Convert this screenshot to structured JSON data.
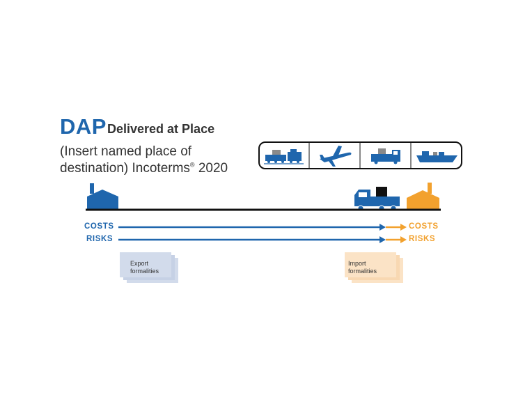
{
  "title": {
    "code": "DAP",
    "name": "Delivered at Place"
  },
  "subtitle": {
    "line1": "(Insert named place of",
    "line2_prefix": "destination) Incoterms",
    "registered": "®",
    "line2_suffix": " 2020"
  },
  "transport_modes": [
    "train-icon",
    "plane-icon",
    "truck-icon",
    "ship-icon"
  ],
  "seller_side": {
    "costs_label": "COSTS",
    "risks_label": "RISKS",
    "formalities": [
      "Export",
      "formalities"
    ]
  },
  "buyer_side": {
    "costs_label": "COSTS",
    "risks_label": "RISKS",
    "formalities": [
      "Import",
      "formalities"
    ]
  },
  "colors": {
    "seller": "#1f66ad",
    "buyer": "#f2a12e",
    "line": "#111111",
    "export_doc": "#d2dbeb",
    "import_doc": "#fbe3c6"
  }
}
